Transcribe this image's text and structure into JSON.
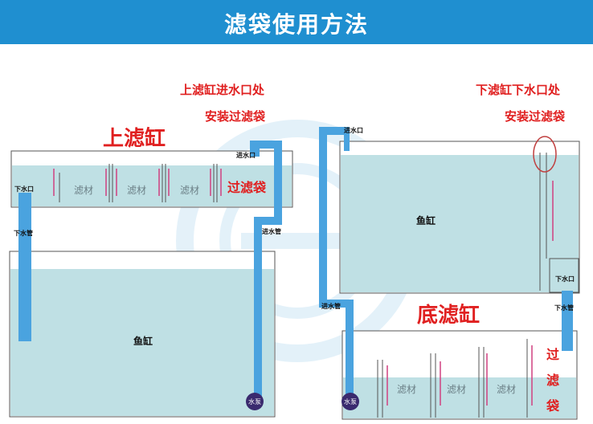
{
  "banner": {
    "title": "滤袋使用方法"
  },
  "top_filter": {
    "title": "上滤缸",
    "note_line1": "上滤缸进水口处",
    "note_line2": "安装过滤袋",
    "bag_label": "过滤袋",
    "outlet_label": "下水口",
    "inlet_label": "进水口",
    "media_labels": [
      "滤材",
      "滤材",
      "滤材"
    ],
    "outlet_pipe_label": "下水管",
    "inlet_pipe_label": "进水管"
  },
  "left_tank": {
    "label": "鱼缸",
    "pump_label": "水泵"
  },
  "right_tank": {
    "label": "鱼缸",
    "inlet_label": "进水口",
    "outlet_label": "下水口",
    "outlet_pipe_label": "下水管",
    "note_line1": "下滤缸下水口处",
    "note_line2": "安装过滤袋"
  },
  "bottom_filter": {
    "title": "底滤缸",
    "inlet_pipe_label": "进水管",
    "media_labels": [
      "滤材",
      "滤材",
      "滤材"
    ],
    "bag_label_chars": [
      "过",
      "滤",
      "袋"
    ],
    "pump_label": "水泵"
  },
  "colors": {
    "banner": "#1f8fd0",
    "water": "#bfe0e4",
    "pipe": "#4aa3df",
    "pump": "#3a2a6e",
    "note": "#e02020",
    "arrow": "#d04080"
  }
}
